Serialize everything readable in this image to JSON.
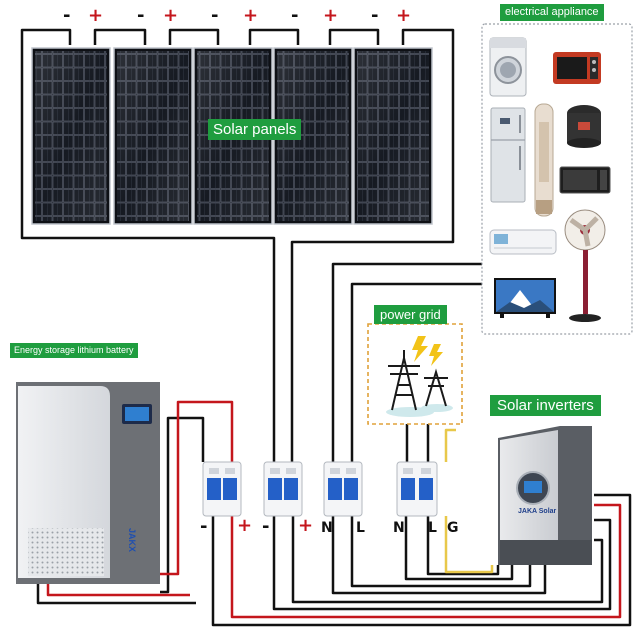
{
  "labels": {
    "solar_panels": "Solar panels",
    "electrical_appliance": "electrical appliance",
    "power_grid": "power grid",
    "solar_inverters": "Solar inverters",
    "battery": "Energy storage lithium battery"
  },
  "panel_terminals": {
    "minus": "-",
    "plus": "+"
  },
  "terminals": {
    "battery_minus": "-",
    "battery_plus": "+",
    "panel_minus": "-",
    "panel_plus": "+",
    "grid_n": "N",
    "grid_l": "L",
    "load_n": "N",
    "load_l": "L",
    "load_g": "G"
  },
  "brands": {
    "battery_brand": "JAKX",
    "inverter_brand": "JAKA Solar"
  },
  "appliances": [
    "washing-machine-icon",
    "oven-icon",
    "refrigerator-icon",
    "air-conditioner-tower-icon",
    "rice-cooker-icon",
    "microwave-icon",
    "wall-air-conditioner-icon",
    "fan-icon",
    "television-icon"
  ],
  "colors": {
    "label_green": "#1f9d3f",
    "wire_black": "#111111",
    "wire_red": "#c4161c",
    "wire_yellow": "#e8c84a",
    "breaker_blue": "#2460c8",
    "panel_dark": "#15181e"
  }
}
